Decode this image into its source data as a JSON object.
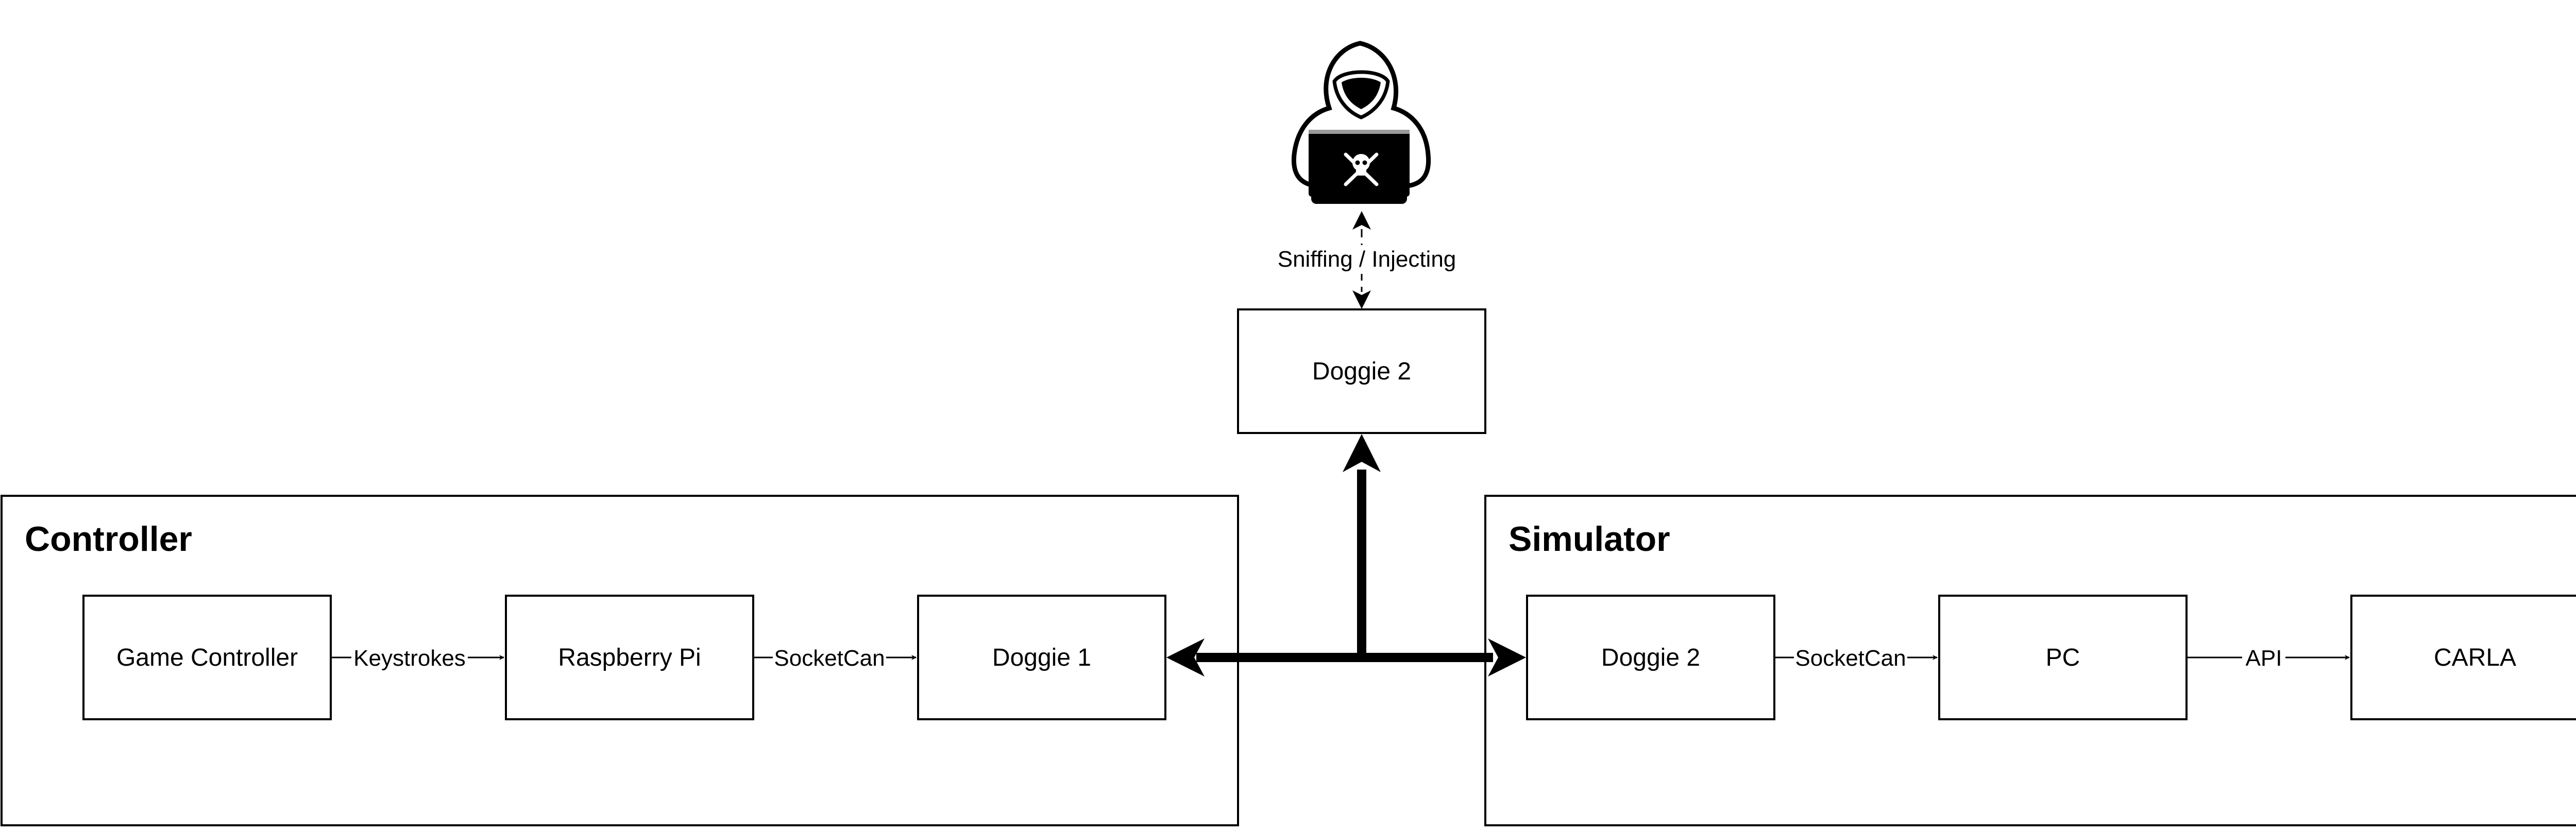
{
  "groups": {
    "controller": {
      "title": "Controller"
    },
    "simulator": {
      "title": "Simulator"
    }
  },
  "nodes": {
    "game_controller": "Game Controller",
    "raspberry_pi": "Raspberry Pi",
    "doggie1": "Doggie 1",
    "doggie2_sim": "Doggie 2",
    "pc": "PC",
    "carla": "CARLA",
    "doggie2_top": "Doggie 2"
  },
  "edges": {
    "keystrokes": "Keystrokes",
    "socketcan_ctrl": "SocketCan",
    "socketcan_sim": "SocketCan",
    "api": "API",
    "sniffing": "Sniffing / Injecting"
  },
  "icons": {
    "attacker": "hooded-hacker-with-laptop-icon",
    "laptop_emblem": "skull-and-crossbones-icon"
  },
  "colors": {
    "stroke": "#000000",
    "background": "#ffffff"
  }
}
